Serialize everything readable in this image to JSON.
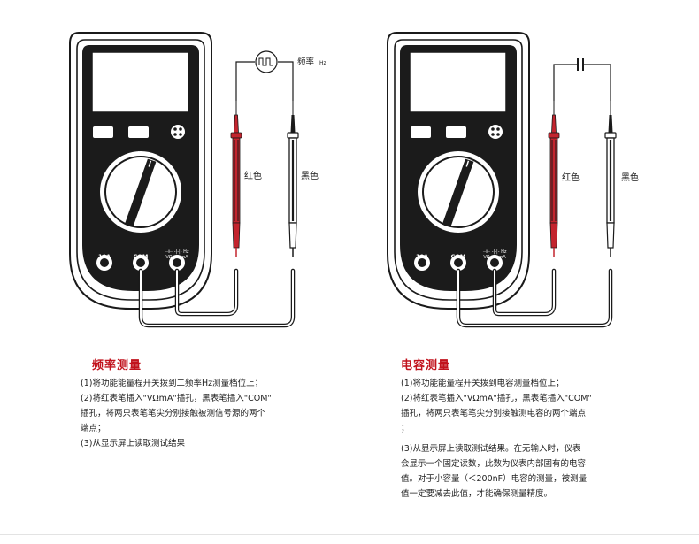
{
  "panels": [
    {
      "terminal_labels": [
        "10A",
        "COM",
        "VΩ μA mA"
      ],
      "terminal_symbol_text": "⊣⊢ -|-|- Hz",
      "dial_mark": "Hz",
      "component_label": "频率",
      "component_unit": "Hz",
      "red_lead_label": "红色",
      "black_lead_label": "黑色",
      "section_title": "频率测量",
      "steps": [
        "(1)将功能能量程开关拨到二频率Hz测量档位上；",
        "(2)将红表笔插入\"VΩmA\"插孔，黑表笔插入\"COM\"",
        "插孔，将两只表笔笔尖分别接触被测信号源的两个",
        "端点；",
        "(3)从显示屏上读取测试结果"
      ]
    },
    {
      "terminal_labels": [
        "10A",
        "COM",
        "VΩ μA mA"
      ],
      "terminal_symbol_text": "⊣⊢ -|-|- Hz",
      "dial_mark": "⊣⊢",
      "red_lead_label": "红色",
      "black_lead_label": "黑色",
      "section_title": "电容测量",
      "steps": [
        "(1)将功能能量程开关拨到电容测量档位上；",
        "(2)将红表笔插入\"VΩmA\"插孔，黑表笔插入\"COM\"",
        "插孔，将两只表笔笔尖分别接触测电容的两个端点",
        "；",
        "(3)从显示屏上读取测试结果。在无输入时，仪表",
        "会显示一个固定读数，此数为仪表内部固有的电容",
        "值。对于小容量（＜200nF）电容的测量，被测量",
        "值一定要减去此值，才能确保测量精度。"
      ]
    }
  ],
  "colors": {
    "accent_red": "#c1121c",
    "probe_red": "#c3242e",
    "outline": "#1a1a1a"
  }
}
